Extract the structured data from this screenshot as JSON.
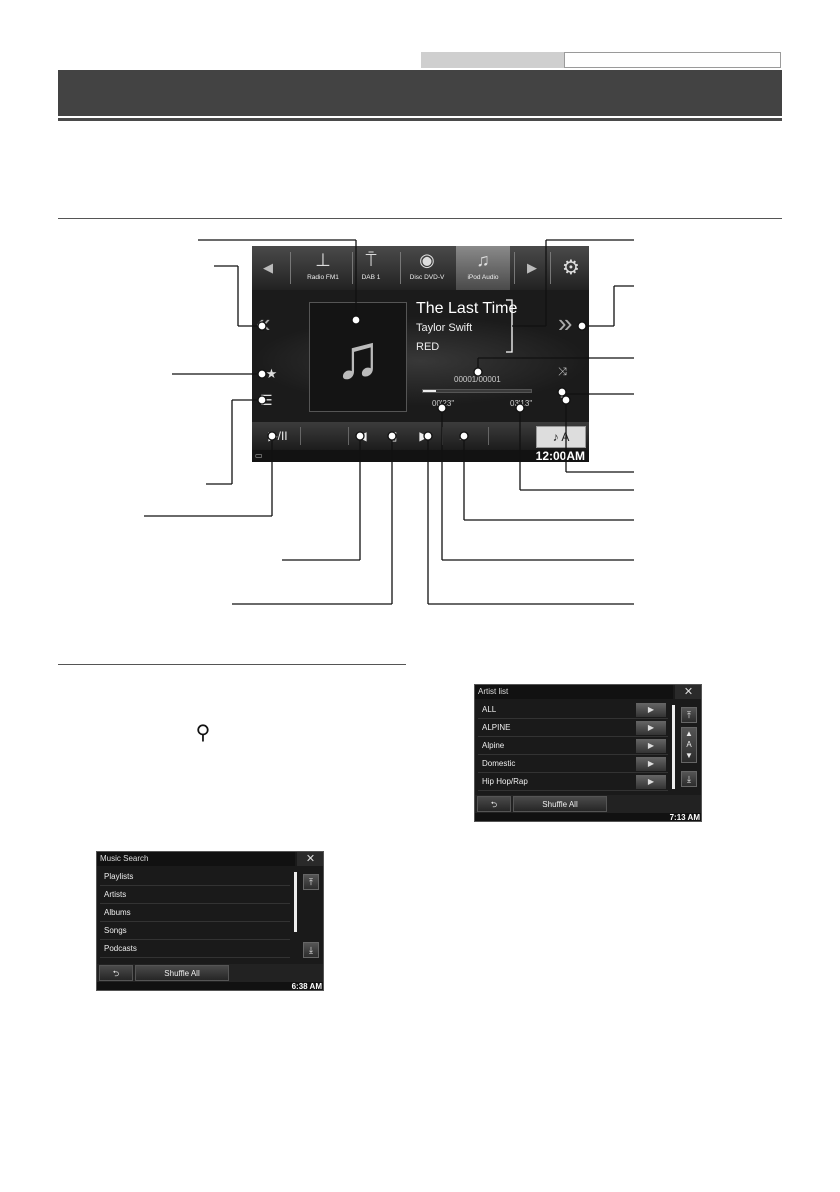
{
  "screen": {
    "sources": [
      {
        "label": "Radio FM1",
        "icon": "antenna-icon"
      },
      {
        "label": "DAB 1",
        "icon": "dab-icon"
      },
      {
        "label": "Disc DVD-V",
        "icon": "disc-icon"
      },
      {
        "label": "iPod Audio",
        "icon": "music-note-icon",
        "active": true
      }
    ],
    "song": {
      "title": "The Last Time",
      "artist": "Taylor Swift",
      "album": "RED"
    },
    "track_count": "00001/00001",
    "progress_fraction": 0.12,
    "time_elapsed": "00'23\"",
    "time_total": "03'13\"",
    "clock": "12:00AM",
    "controls": {
      "play_pause": "▶/II",
      "prev": "◀",
      "next": "▶",
      "search": "Q"
    },
    "mode_button": "♪ A"
  },
  "music_search": {
    "title": "Music Search",
    "close": "✕",
    "items": [
      "Playlists",
      "Artists",
      "Albums",
      "Songs",
      "Podcasts"
    ],
    "shuffle_all": "Shuffle All",
    "back": "⮌",
    "clock": "6:38 AM"
  },
  "artist_list": {
    "title": "Artist list",
    "close": "✕",
    "items": [
      "ALL",
      "ALPINE",
      "Alpine",
      "Domestic",
      "Hip Hop/Rap"
    ],
    "shuffle_all": "Shuffle All",
    "back": "⮌",
    "clock": "7:13 AM",
    "scroll_mid_label": "A"
  }
}
